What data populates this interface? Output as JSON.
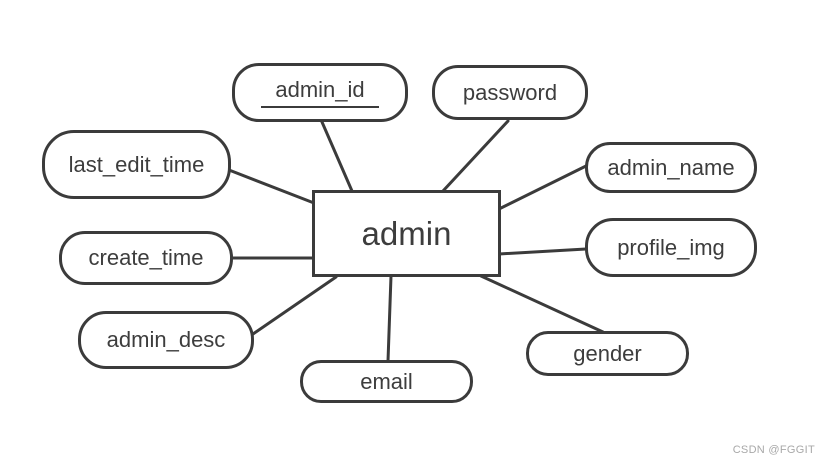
{
  "diagram": {
    "type": "entity-relationship",
    "entity": {
      "label": "admin"
    },
    "attributes": [
      {
        "label": "admin_id",
        "primary_key": true
      },
      {
        "label": "password",
        "primary_key": false
      },
      {
        "label": "last_edit_time",
        "primary_key": false
      },
      {
        "label": "admin_name",
        "primary_key": false
      },
      {
        "label": "create_time",
        "primary_key": false
      },
      {
        "label": "profile_img",
        "primary_key": false
      },
      {
        "label": "admin_desc",
        "primary_key": false
      },
      {
        "label": "gender",
        "primary_key": false
      },
      {
        "label": "email",
        "primary_key": false
      }
    ],
    "edges": [
      {
        "from": "admin",
        "to": "admin_id"
      },
      {
        "from": "admin",
        "to": "password"
      },
      {
        "from": "admin",
        "to": "last_edit_time"
      },
      {
        "from": "admin",
        "to": "admin_name"
      },
      {
        "from": "admin",
        "to": "create_time"
      },
      {
        "from": "admin",
        "to": "profile_img"
      },
      {
        "from": "admin",
        "to": "admin_desc"
      },
      {
        "from": "admin",
        "to": "email"
      },
      {
        "from": "admin",
        "to": "gender"
      }
    ]
  },
  "watermark": "CSDN @FGGIT",
  "colors": {
    "stroke": "#3b3b3b",
    "text": "#3d3d3d",
    "background": "#ffffff",
    "watermark": "#a8a8a8"
  }
}
